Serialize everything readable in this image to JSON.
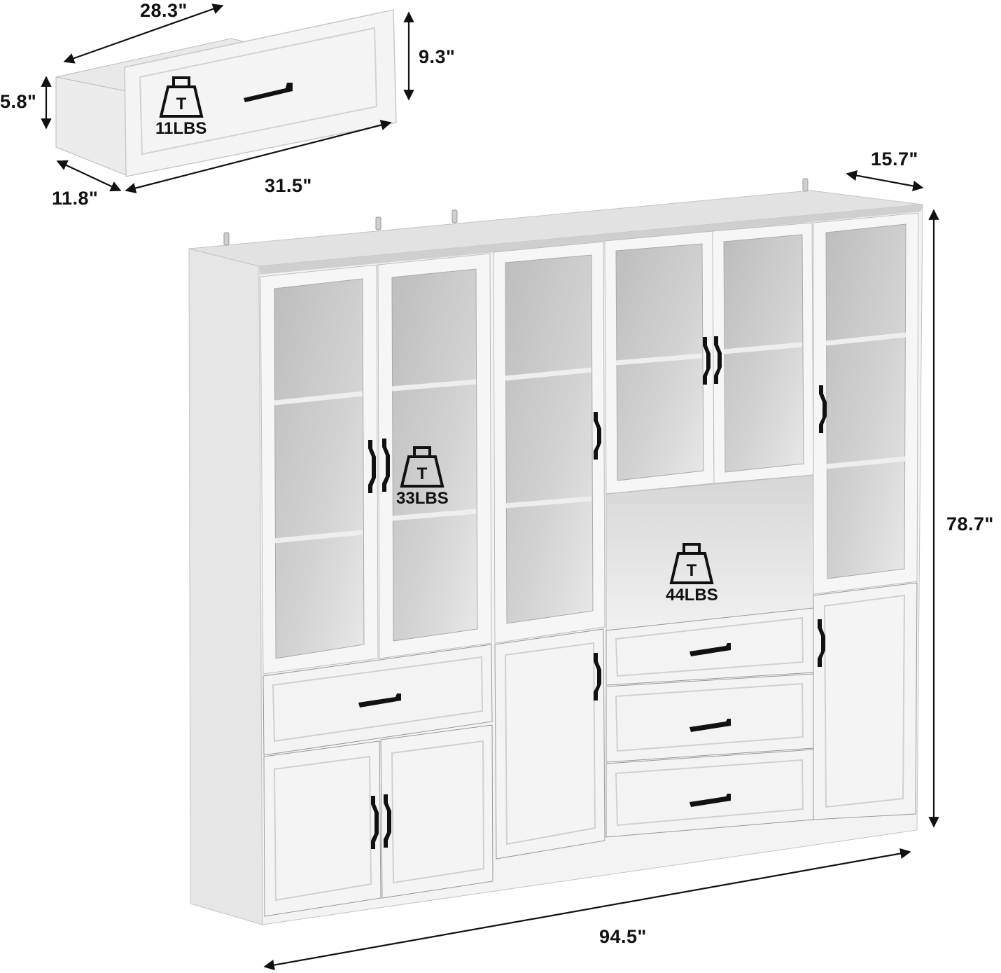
{
  "product": {
    "type": "storage cabinet set with glass doors",
    "color": "#f2f2f2"
  },
  "drawer_detail": {
    "dimensions": {
      "top_depth": "28.3\"",
      "front_width": "31.5\"",
      "side_depth": "11.8\"",
      "inner_height": "5.8\"",
      "front_height": "9.3\""
    },
    "weight_capacity": {
      "icon": "weight-icon",
      "glyph": "T",
      "label": "11LBS"
    }
  },
  "cabinet": {
    "dimensions": {
      "depth": "15.7\"",
      "height": "78.7\"",
      "width": "94.5\""
    },
    "weight_capacities": [
      {
        "icon": "weight-icon",
        "glyph": "T",
        "label": "33LBS",
        "location": "glass shelf"
      },
      {
        "icon": "weight-icon",
        "glyph": "T",
        "label": "44LBS",
        "location": "open shelf"
      }
    ]
  },
  "colors": {
    "line": "#111111",
    "panel": "#f3f3f3",
    "panel_shadow": "#d9d9d9",
    "glass": "#c9c9c9",
    "glass_light": "#e4e4e4",
    "handle": "#111111",
    "background": "#ffffff"
  }
}
